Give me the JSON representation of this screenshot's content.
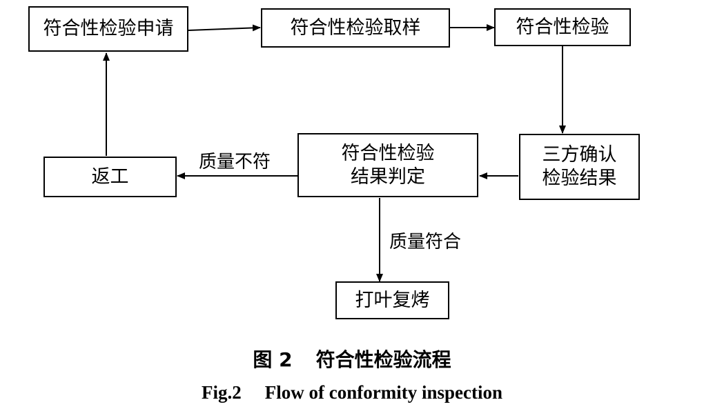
{
  "nodes": {
    "apply": "符合性检验申请",
    "sample": "符合性检验取样",
    "inspect": "符合性检验",
    "confirm": [
      "三方确认",
      "检验结果"
    ],
    "judge": [
      "符合性检验",
      "结果判定"
    ],
    "rework": "返工",
    "recure": "打叶复烤"
  },
  "edge_labels": {
    "fail": "质量不符",
    "pass": "质量符合"
  },
  "caption": {
    "cn_fig": "图 2",
    "cn_title": "符合性检验流程",
    "en_fig": "Fig.2",
    "en_title": "Flow of conformity inspection"
  }
}
